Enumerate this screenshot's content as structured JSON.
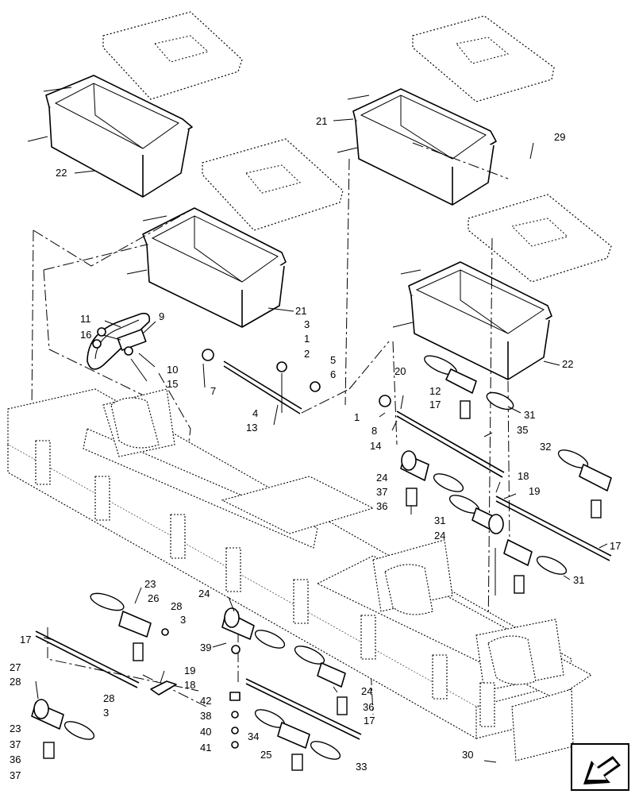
{
  "callouts": {
    "c22a": "22",
    "c21a": "21",
    "c29": "29",
    "c21b": "21",
    "c22b": "22",
    "c11": "11",
    "c16": "16",
    "c9": "9",
    "c10": "10",
    "c15": "15",
    "c7": "7",
    "c3a": "3",
    "c1a": "1",
    "c2": "2",
    "c5": "5",
    "c6": "6",
    "c4": "4",
    "c13": "13",
    "c20": "20",
    "c12": "12",
    "c17a": "17",
    "c1b": "1",
    "c8": "8",
    "c14": "14",
    "c31a": "31",
    "c35": "35",
    "c32": "32",
    "c24a": "24",
    "c37a": "37",
    "c36a": "36",
    "c18a": "18",
    "c19a": "19",
    "c31b": "31",
    "c24b": "24",
    "c17b": "17",
    "c31c": "31",
    "c23a": "23",
    "c26": "26",
    "c28a": "28",
    "c3b": "3",
    "c24c": "24",
    "c39": "39",
    "c17c": "17",
    "c27": "27",
    "c28b": "28",
    "c19b": "19",
    "c18b": "18",
    "c24d": "24",
    "c36b": "36",
    "c42": "42",
    "c38": "38",
    "c40": "40",
    "c41": "41",
    "c17d": "17",
    "c28c": "28",
    "c3c": "3",
    "c23b": "23",
    "c37b": "37",
    "c36c": "36",
    "c37c": "37",
    "c34": "34",
    "c25": "25",
    "c33": "33",
    "c30": "30"
  },
  "icons": {
    "nav": "arrow-icon"
  }
}
